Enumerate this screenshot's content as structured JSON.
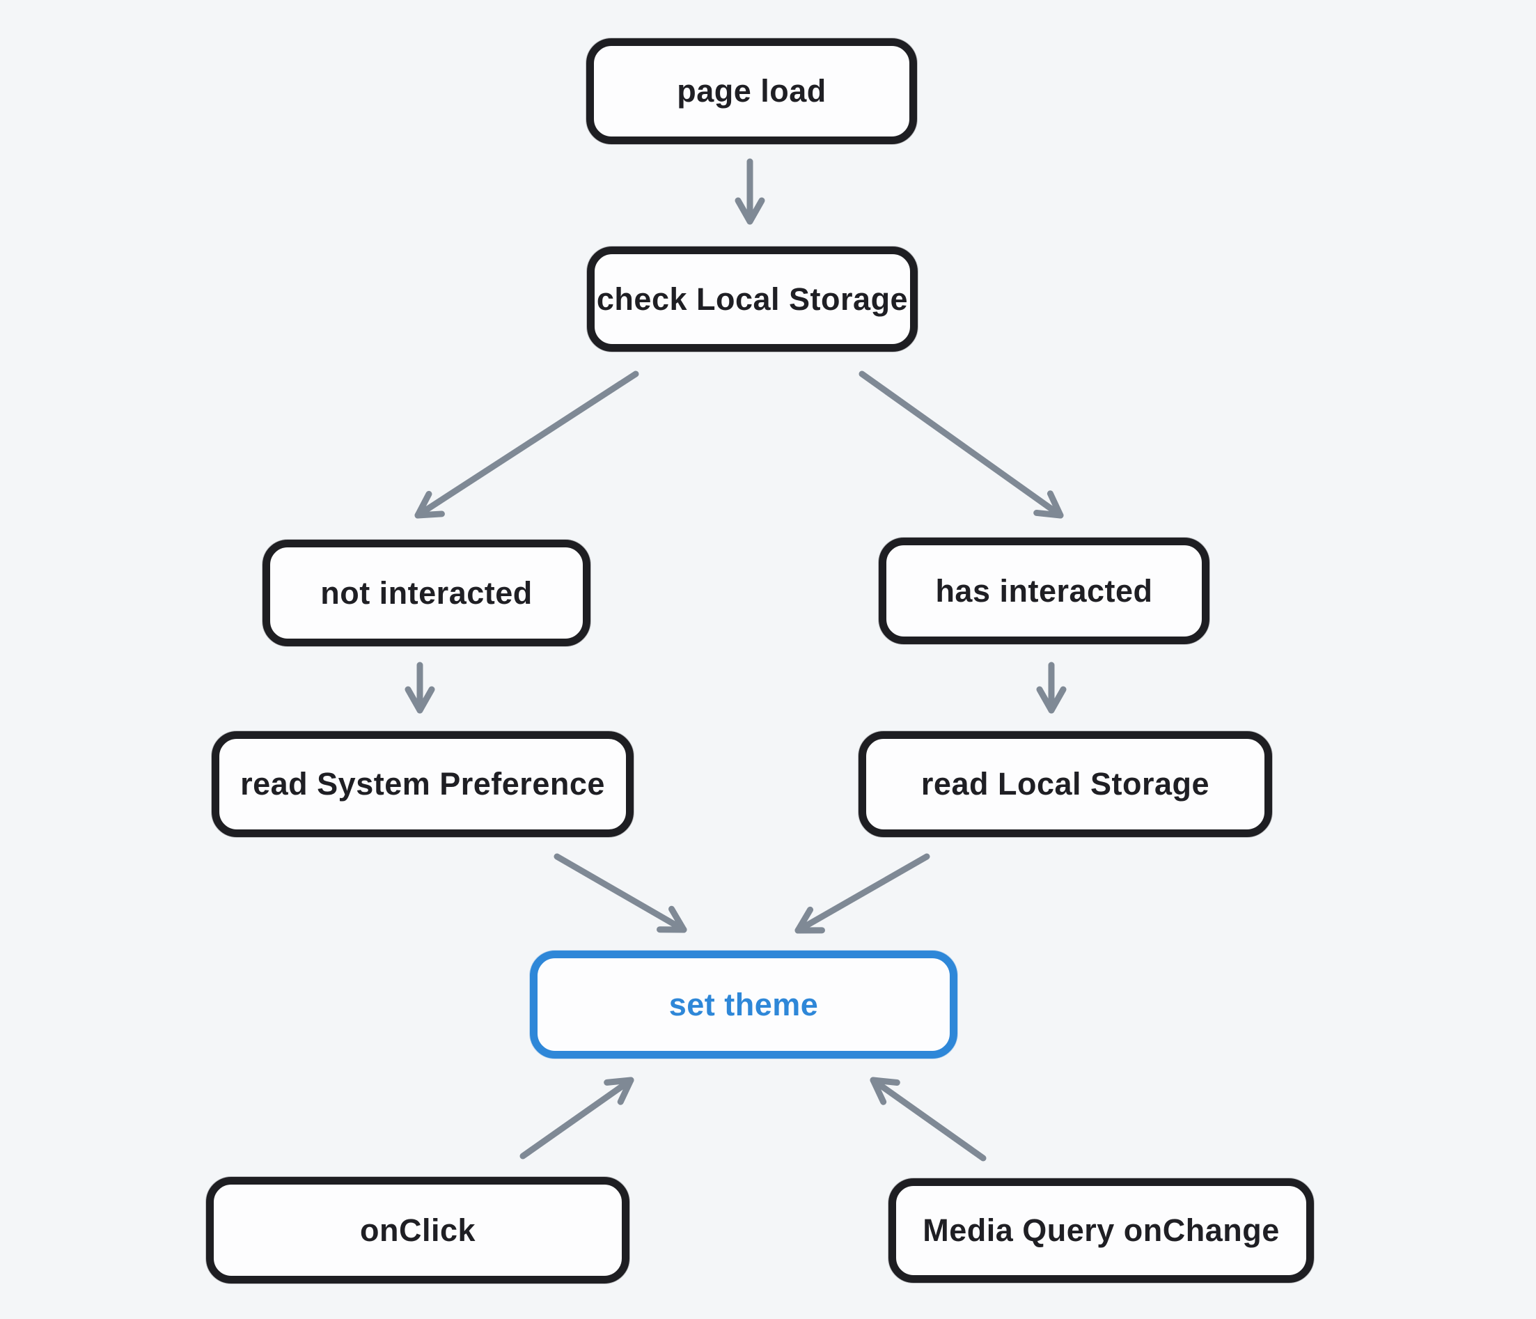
{
  "diagram": {
    "type": "flowchart",
    "colors": {
      "background": "#f4f6f8",
      "node_border": "#1e1e22",
      "node_fill": "#fdfdfe",
      "node_text": "#1f1f24",
      "accent_blue": "#2e87d8",
      "arrow_gray": "#7f8995"
    },
    "nodes": {
      "page_load": {
        "label": "page load"
      },
      "check_local_storage": {
        "label": "check Local Storage"
      },
      "not_interacted": {
        "label": "not interacted"
      },
      "has_interacted": {
        "label": "has interacted"
      },
      "read_system_preference": {
        "label": "read System Preference"
      },
      "read_local_storage": {
        "label": "read Local Storage"
      },
      "set_theme": {
        "label": "set theme",
        "accent": "#2e87d8"
      },
      "on_click": {
        "label": "onClick"
      },
      "media_query_onchange": {
        "label": "Media Query onChange"
      }
    },
    "edges": [
      {
        "from": "page load",
        "to": "check Local Storage"
      },
      {
        "from": "check Local Storage",
        "to": "not interacted"
      },
      {
        "from": "check Local Storage",
        "to": "has interacted"
      },
      {
        "from": "not interacted",
        "to": "read System Preference"
      },
      {
        "from": "has interacted",
        "to": "read Local Storage"
      },
      {
        "from": "read System Preference",
        "to": "set theme"
      },
      {
        "from": "read Local Storage",
        "to": "set theme"
      },
      {
        "from": "onClick",
        "to": "set theme"
      },
      {
        "from": "Media Query onChange",
        "to": "set theme"
      }
    ]
  }
}
